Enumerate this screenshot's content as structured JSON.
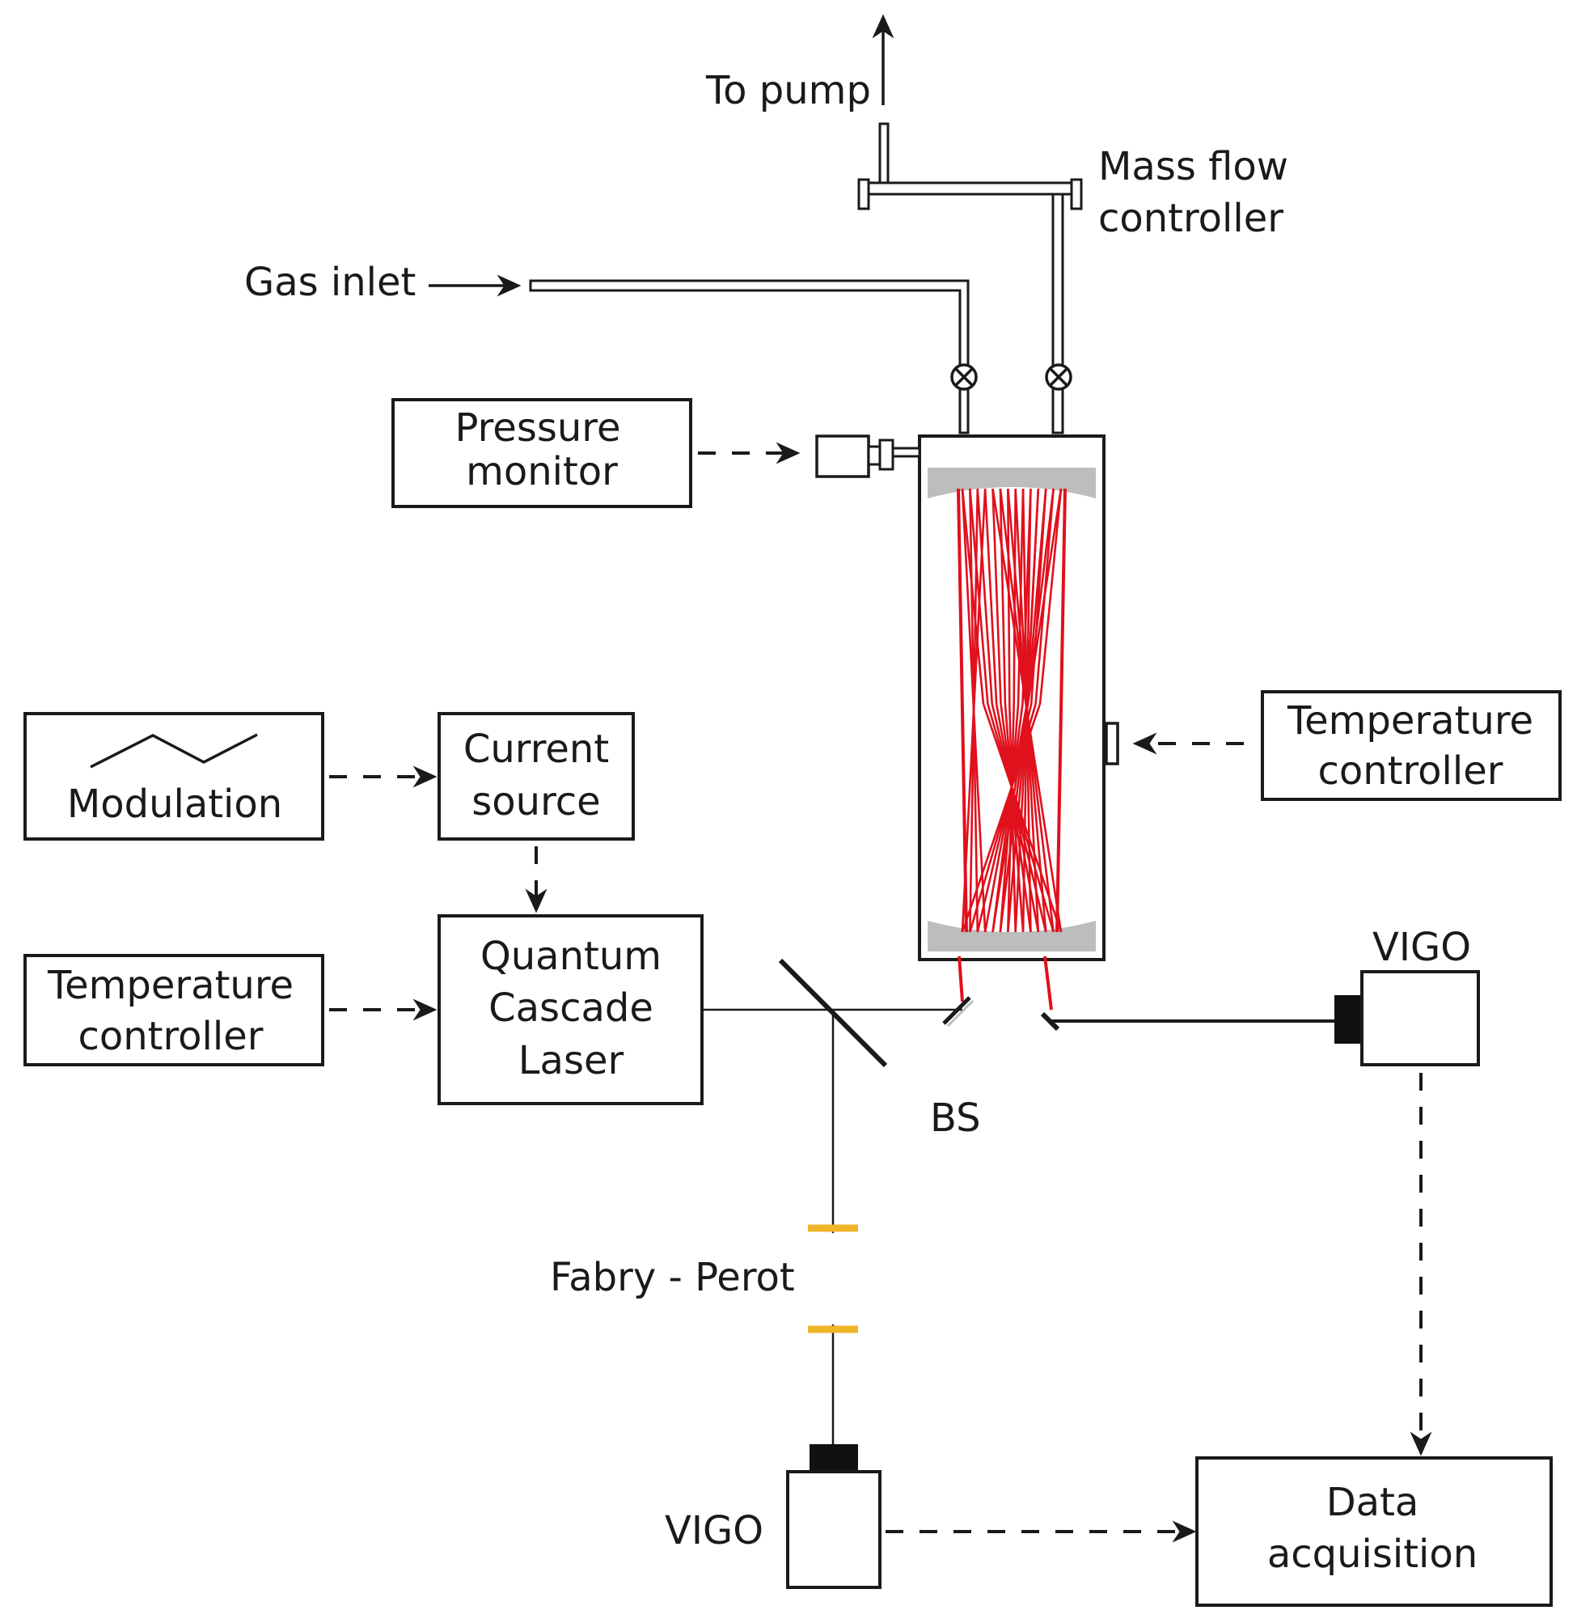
{
  "labels": {
    "to_pump": "To pump",
    "mass_flow_controller": [
      "Mass flow",
      "controller"
    ],
    "gas_inlet": "Gas inlet",
    "pressure_monitor": [
      "Pressure",
      "monitor"
    ],
    "modulation": "Modulation",
    "current_source": [
      "Current",
      "source"
    ],
    "temperature_controller_left": [
      "Temperature",
      "controller"
    ],
    "temperature_controller_right": [
      "Temperature",
      "controller"
    ],
    "quantum_cascade_laser": [
      "Quantum",
      "Cascade",
      "Laser"
    ],
    "beam_splitter": "BS",
    "fabry_perot": "Fabry - Perot",
    "vigo_top": "VIGO",
    "vigo_bottom": "VIGO",
    "data_acquisition": [
      "Data",
      "acquisition"
    ]
  },
  "colors": {
    "line": "#1a1a1a",
    "laser_beam": "#e0101c",
    "mirror": "#bdbdbd",
    "etalon": "#f0b429",
    "detector_window": "#111111"
  }
}
